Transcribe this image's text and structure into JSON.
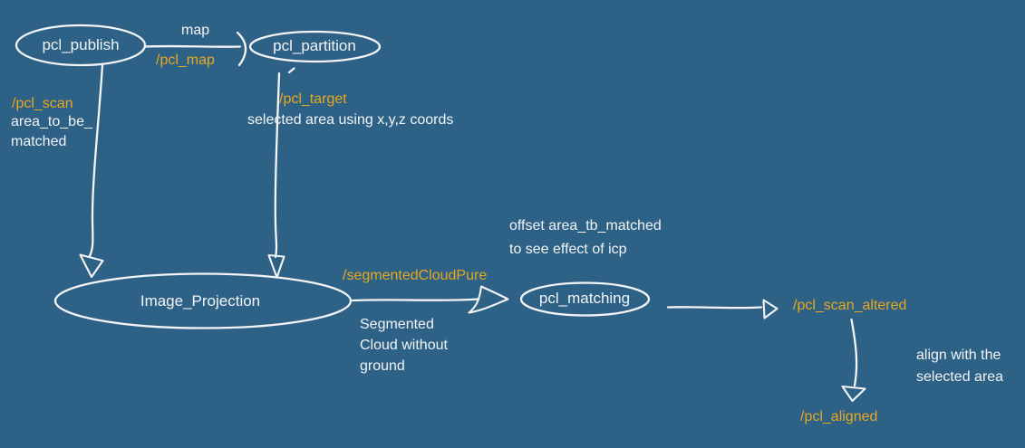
{
  "canvas": {
    "background_color": "#2E6186",
    "line_color": "#F2F4F6",
    "topic_color": "#E7A81F"
  },
  "nodes": {
    "pcl_publish": {
      "label": "pcl_publish"
    },
    "pcl_partition": {
      "label": "pcl_partition"
    },
    "image_projection": {
      "label": "Image_Projection"
    },
    "pcl_matching": {
      "label": "pcl_matching"
    }
  },
  "topics": {
    "map": "map",
    "pcl_map": "/pcl_map",
    "pcl_scan": "/pcl_scan",
    "pcl_target": "/pcl_target",
    "segmented_cloud_pure": "/segmentedCloudPure",
    "pcl_scan_altered": "/pcl_scan_altered",
    "pcl_aligned": "/pcl_aligned"
  },
  "annotations": {
    "area_to_be_matched": "area_to_be_\nmatched",
    "selected_area": "selected area using x,y,z coords",
    "offset_area": "offset area_tb_matched\nto see effect of icp",
    "segmented_cloud": "Segmented\nCloud without\nground",
    "align_with": "align with the\nselected area"
  }
}
